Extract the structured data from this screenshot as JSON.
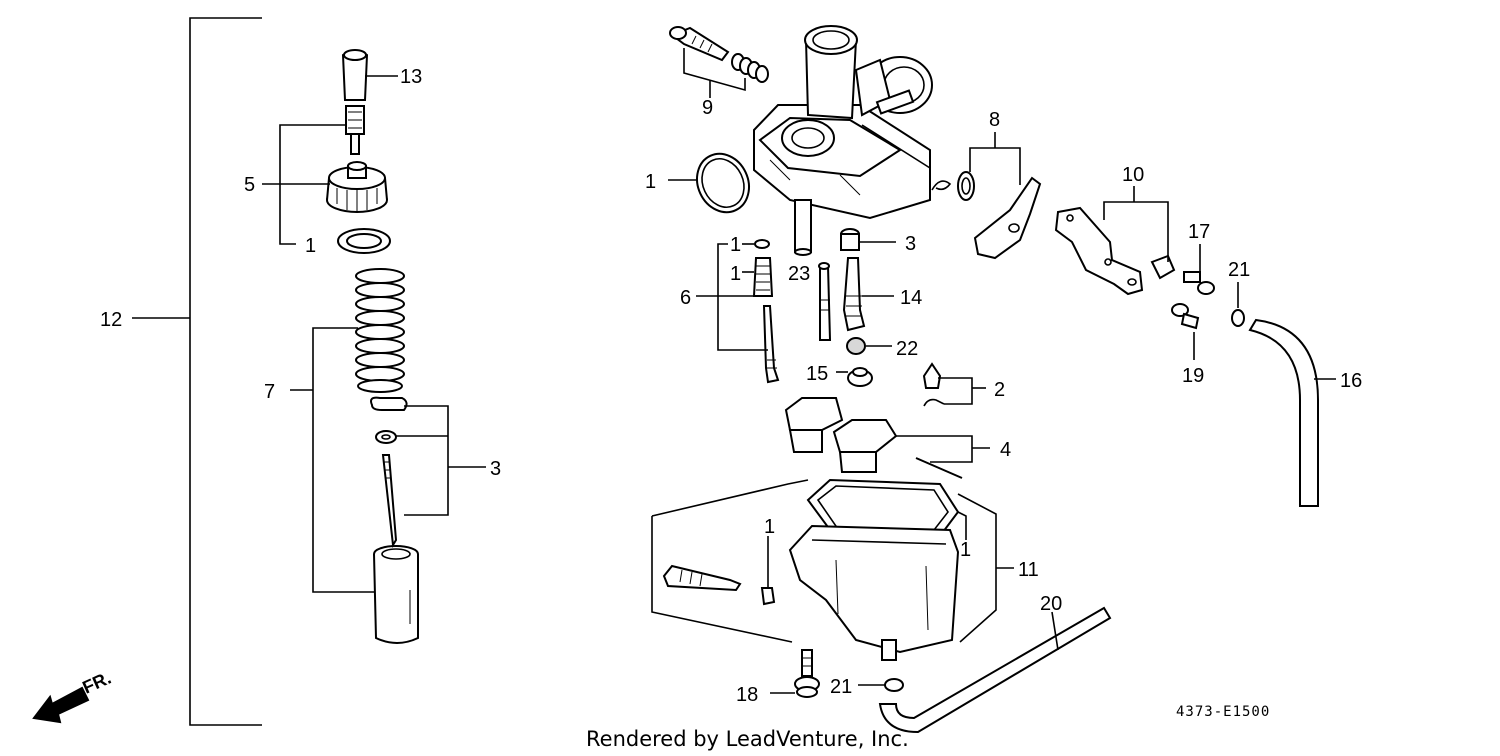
{
  "diagram": {
    "part_code": "4373-E1500",
    "credit": "Rendered by LeadVenture, Inc.",
    "direction_label": "FR.",
    "callouts": {
      "c13": "13",
      "c5": "5",
      "c1_left": "1",
      "c12": "12",
      "c7": "7",
      "c3_left": "3",
      "c9": "9",
      "c1_oring": "1",
      "c8": "8",
      "c10": "10",
      "c17": "17",
      "c21_top": "21",
      "c19": "19",
      "c16": "16",
      "c6": "6",
      "c1_s1": "1",
      "c1_s2": "1",
      "c23": "23",
      "c3_mid": "3",
      "c14": "14",
      "c22": "22",
      "c15": "15",
      "c2": "2",
      "c4": "4",
      "c11": "11",
      "c1_bowl_a": "1",
      "c1_bowl_b": "1",
      "c20": "20",
      "c18": "18",
      "c21_bottom": "21"
    }
  }
}
